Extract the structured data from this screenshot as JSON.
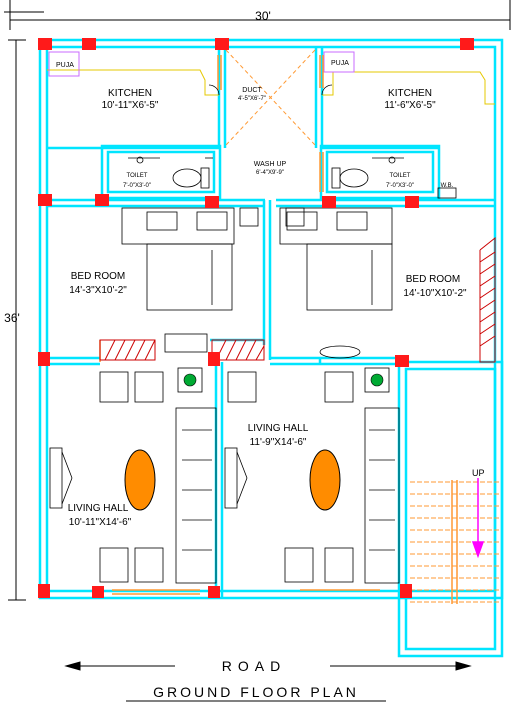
{
  "dimensions": {
    "width_label": "30'",
    "depth_label": "36'"
  },
  "rooms": {
    "puja_left": "PUJA",
    "puja_right": "PUJA",
    "kitchen_left_name": "KITCHEN",
    "kitchen_left_size": "10'-11\"X6'-5\"",
    "kitchen_right_name": "KITCHEN",
    "kitchen_right_size": "11'-6\"X6'-5\"",
    "duct_name": "DUCT",
    "duct_size": "4'-5\"X6'-7\"",
    "washup_name": "WASH UP",
    "washup_size": "6'-4\"X9'-9\"",
    "toilet_left_name": "TOILET",
    "toilet_left_size": "7'-0\"X3'-0\"",
    "toilet_right_name": "TOILET",
    "toilet_right_size": "7'-0\"X3'-0\"",
    "wb": "W.B.",
    "bed_left_name": "BED ROOM",
    "bed_left_size": "14'-3\"X10'-2\"",
    "bed_right_name": "BED ROOM",
    "bed_right_size": "14'-10\"X10'-2\"",
    "hall_left_name": "LIVING HALL",
    "hall_left_size": "10'-11\"X14'-6\"",
    "hall_right_name": "LIVING HALL",
    "hall_right_size": "11'-9\"X14'-6\"",
    "stair_up": "UP"
  },
  "road_label": "ROAD",
  "title": "GROUND FLOOR PLAN",
  "colors": {
    "wall": "#00e5ff",
    "column": "#ff1a1a",
    "stair_lines": "#ff9933",
    "dimension": "#000000",
    "stair_arrow": "#ff00ff",
    "rug": "#ff8c00",
    "duct_hatch": "#ff9933",
    "puja_line": "#e6c800"
  }
}
